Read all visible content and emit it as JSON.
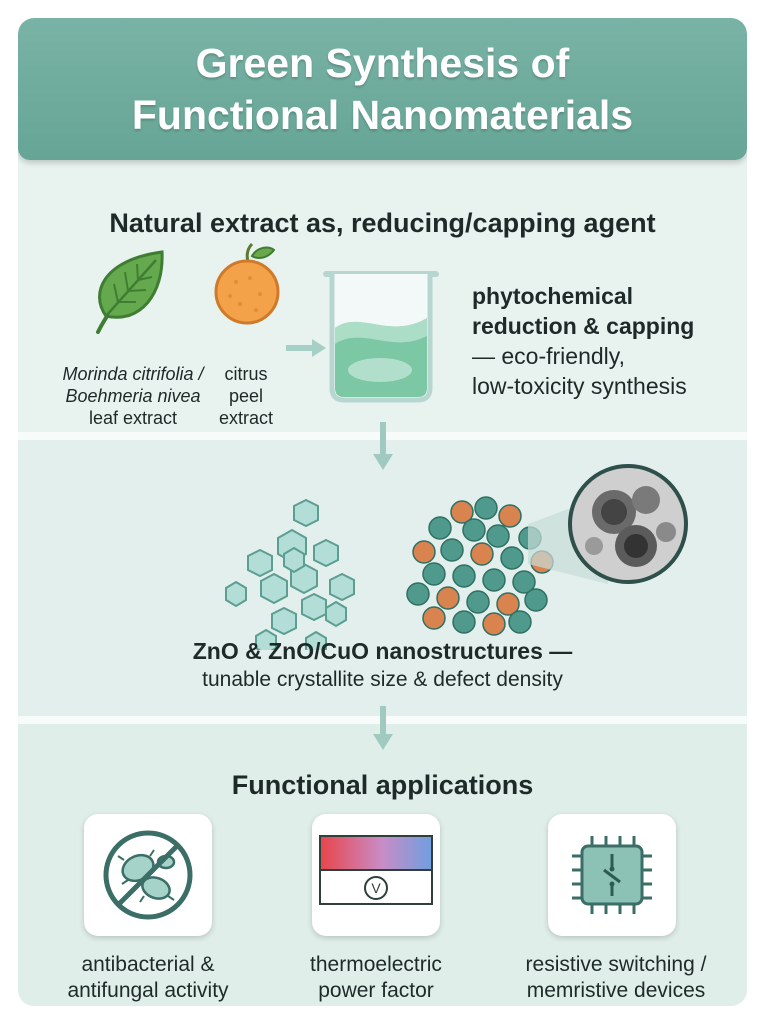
{
  "title": {
    "line1": "Green Synthesis of",
    "line2": "Functional Nanomaterials"
  },
  "extract_section": {
    "heading": "Natural extract as, reducing/capping agent",
    "leaf_label": {
      "line1": "Morinda citrifolia /",
      "line2": "Boehmeria nivea",
      "line3": "leaf extract"
    },
    "citrus_label": {
      "line1": "citrus",
      "line2": "peel",
      "line3": "extract"
    },
    "process_text": {
      "line1": "phytochemical",
      "line2": "reduction & capping",
      "line3": "— eco-friendly,",
      "line4": "low-toxicity synthesis"
    }
  },
  "nano_section": {
    "title": "ZnO & ZnO/CuO nanostructures —",
    "subtitle": "tunable crystallite size & defect density"
  },
  "applications": {
    "heading": "Functional applications",
    "items": [
      {
        "icon": "no-microbe-icon",
        "line1": "antibacterial &",
        "line2": "antifungal activity"
      },
      {
        "icon": "thermoelectric-icon",
        "line1": "thermoelectric",
        "line2": "power factor",
        "meter_symbol": "V"
      },
      {
        "icon": "chip-switch-icon",
        "line1": "resistive switching /",
        "line2": "memristive devices"
      }
    ]
  },
  "colors": {
    "banner": "#6fac9e",
    "panel": "#e6f1ee",
    "zno_hex": "#a9d6d0",
    "zno_sphere": "#4f9a8c",
    "cuo_sphere": "#d98656",
    "leaf": "#5da048",
    "orange": "#f4a04a",
    "accent_arrow": "#9cc7bd"
  }
}
